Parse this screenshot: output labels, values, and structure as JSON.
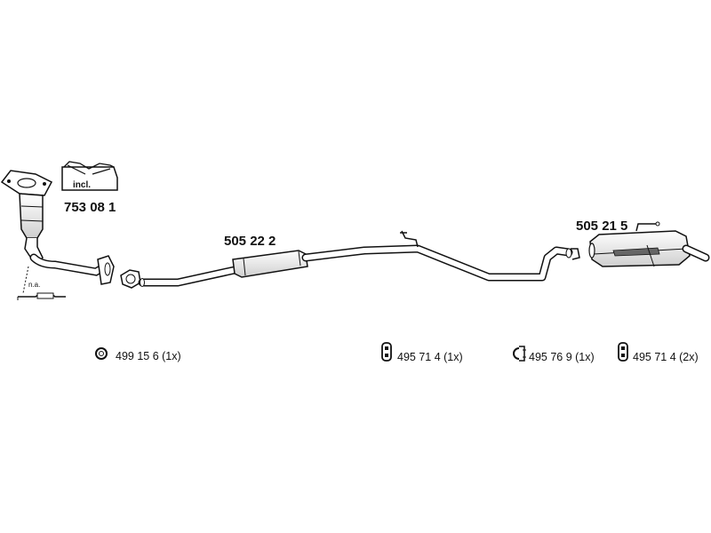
{
  "parts": {
    "catalytic_converter": {
      "number": "753 08 1",
      "incl_label": "incl."
    },
    "sensor_note": "n.a.",
    "middle_silencer": {
      "number": "505 22 2"
    },
    "rear_silencer": {
      "number": "505 21 5"
    }
  },
  "accessories": [
    {
      "icon": "ring-icon",
      "caption": "499 15 6 (1x)"
    },
    {
      "icon": "rubber-mount-icon",
      "caption": "495 71 4 (1x)"
    },
    {
      "icon": "clamp-hook-icon",
      "caption": "495 76 9 (1x)"
    },
    {
      "icon": "rubber-mount-icon",
      "caption": "495 71 4 (2x)"
    }
  ],
  "colors": {
    "line": "#111111",
    "fill": "#ffffff",
    "shade": "#888888"
  }
}
